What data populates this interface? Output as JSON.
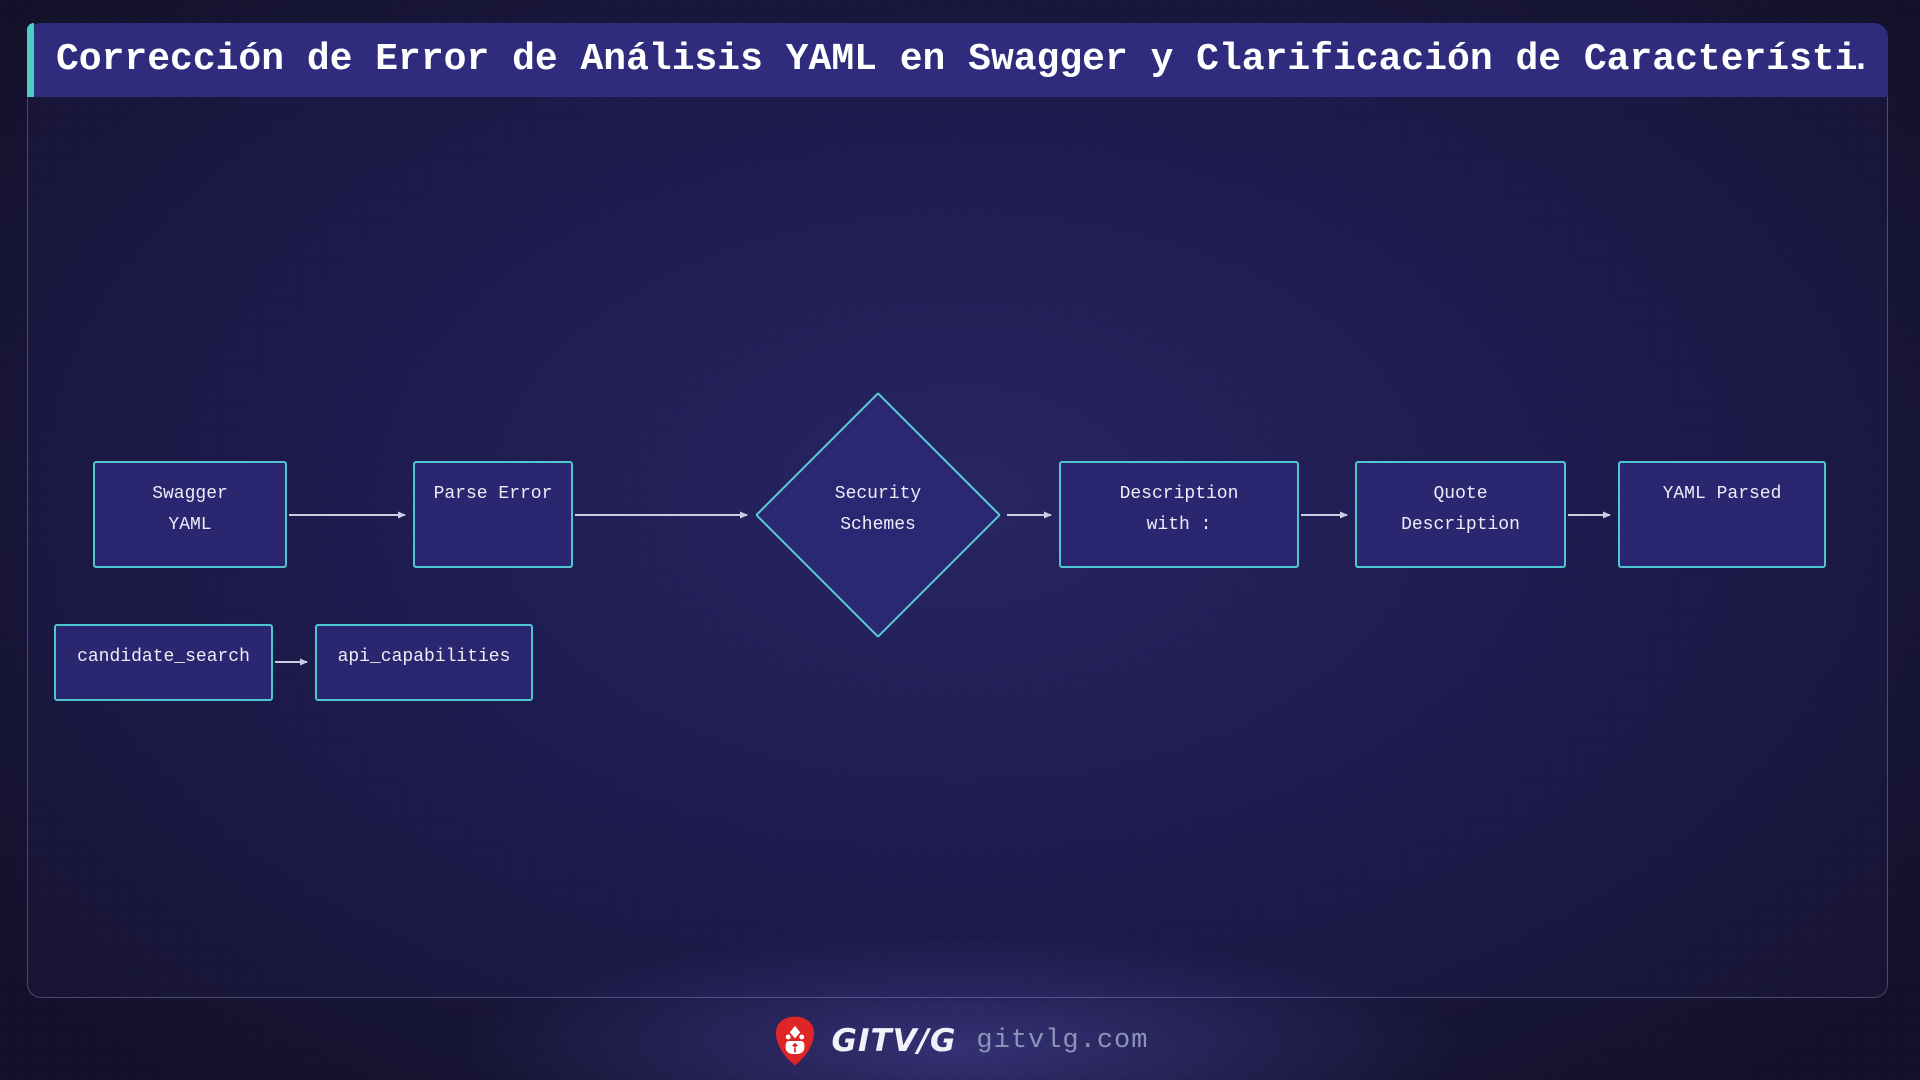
{
  "title": {
    "text": "Corrección de Error de Análisis YAML en Swagger y Clarificación de Característi…"
  },
  "nodes": {
    "swagger_yaml": {
      "line1": "Swagger",
      "line2": "YAML"
    },
    "parse_error": {
      "line1": "Parse Error",
      "line2": ""
    },
    "security_schemes": {
      "line1": "Security",
      "line2": "Schemes"
    },
    "description_with_colon": {
      "line1": "Description",
      "line2": "with :"
    },
    "quote_description": {
      "line1": "Quote",
      "line2": "Description"
    },
    "yaml_parsed": {
      "line1": "YAML Parsed",
      "line2": ""
    },
    "candidate_search": {
      "line1": "candidate_search"
    },
    "api_capabilities": {
      "line1": "api_capabilities"
    }
  },
  "footer": {
    "brand": "GITV/G",
    "domain": "gitvlg.com",
    "logo_icon": "lion-icon"
  },
  "colors": {
    "accent_teal": "#4ecdc4",
    "titlebar_bg": "#2f2c7d",
    "node_fill": "#2a2770",
    "node_border": "#4fc6cf",
    "diamond_border": "#5accd4",
    "arrow": "#c9cee2",
    "brand_red": "#e02527",
    "background": "#131129"
  }
}
